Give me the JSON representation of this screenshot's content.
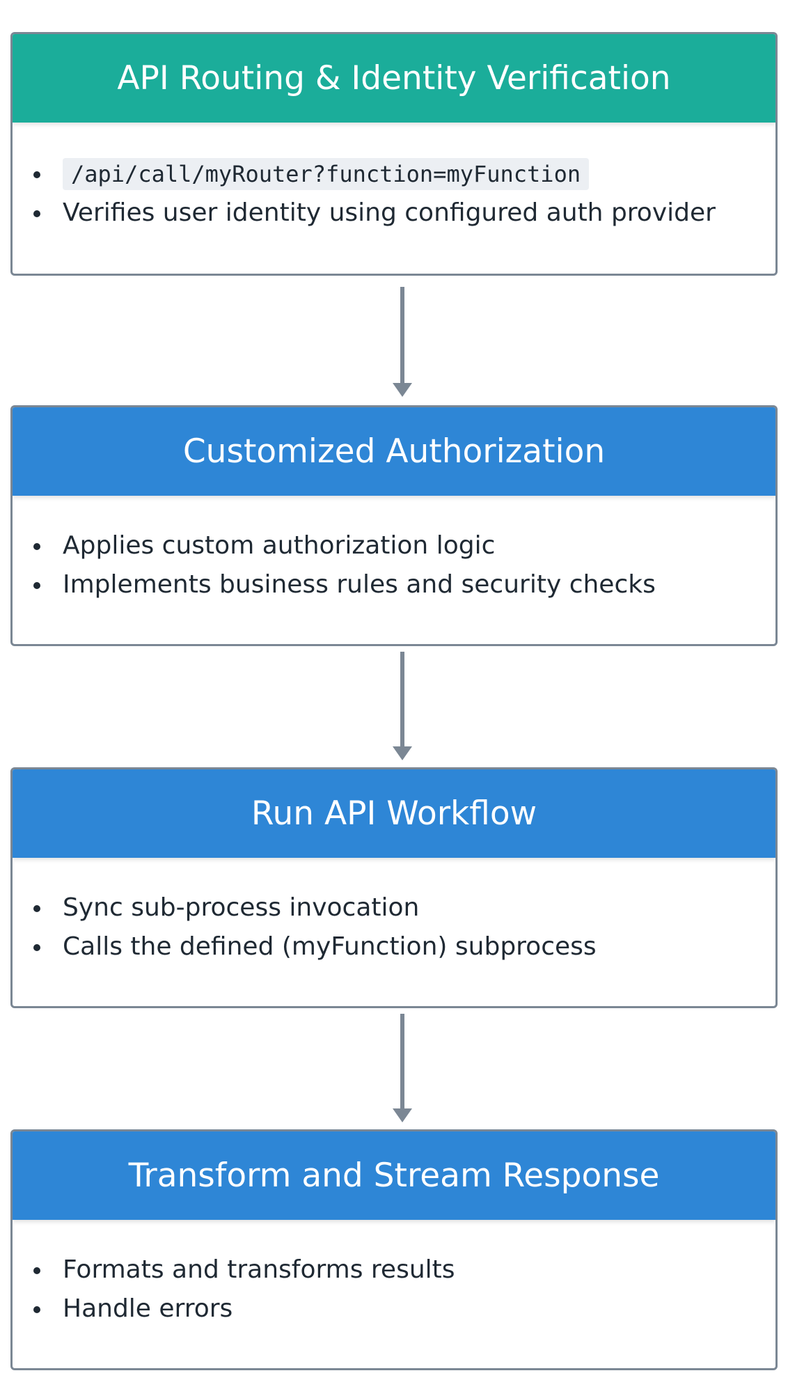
{
  "colors": {
    "step1_header": "#1bad9a",
    "step_header": "#2e86d6",
    "border": "#7b8794",
    "arrow": "#7b8794"
  },
  "steps": [
    {
      "title": "API Routing & Identity Verification",
      "items": [
        "/api/call/myRouter?function=myFunction",
        "Verifies user identity using configured auth provider"
      ]
    },
    {
      "title": "Customized Authorization",
      "items": [
        "Applies custom authorization logic",
        "Implements business rules and security checks"
      ]
    },
    {
      "title": "Run API Workflow",
      "items": [
        "Sync sub-process invocation",
        "Calls the defined (myFunction) subprocess"
      ]
    },
    {
      "title": "Transform and Stream Response",
      "items": [
        "Formats and transforms results",
        "Handle errors"
      ]
    }
  ]
}
